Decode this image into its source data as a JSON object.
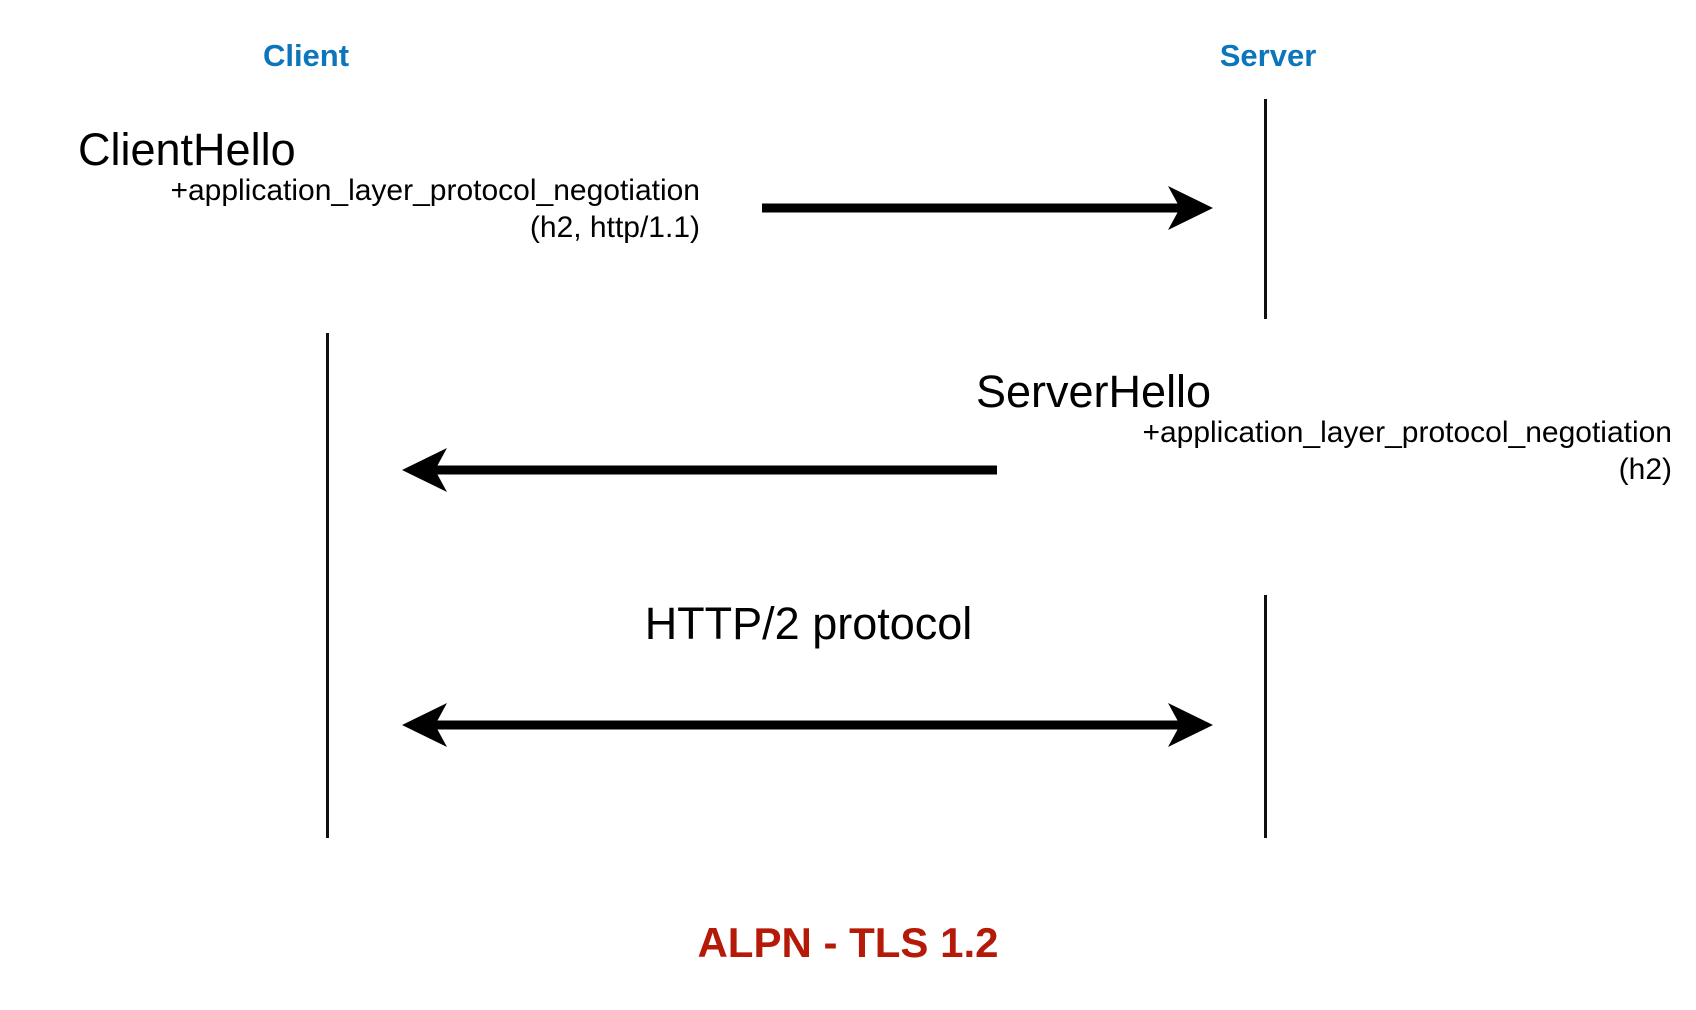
{
  "diagram": {
    "title": "ALPN - TLS 1.2",
    "title_color": "#b51a08",
    "background_color": "#ffffff",
    "participant_color": "#0d75bc",
    "line_color": "#101010"
  },
  "participants": {
    "client": {
      "label": "Client"
    },
    "server": {
      "label": "Server"
    }
  },
  "messages": [
    {
      "id": "clienthello",
      "title": "ClientHello",
      "detail_line_1": "+application_layer_protocol_negotiation",
      "detail_line_2": "(h2, http/1.1)",
      "direction": "client-to-server",
      "arrow_head": "right"
    },
    {
      "id": "serverhello",
      "title": "ServerHello",
      "detail_line_1": "+application_layer_protocol_negotiation",
      "detail_line_2": "(h2)",
      "direction": "server-to-client",
      "arrow_head": "left"
    },
    {
      "id": "http2",
      "title": "HTTP/2 protocol",
      "direction": "bidirectional",
      "arrow_head": "both"
    }
  ]
}
